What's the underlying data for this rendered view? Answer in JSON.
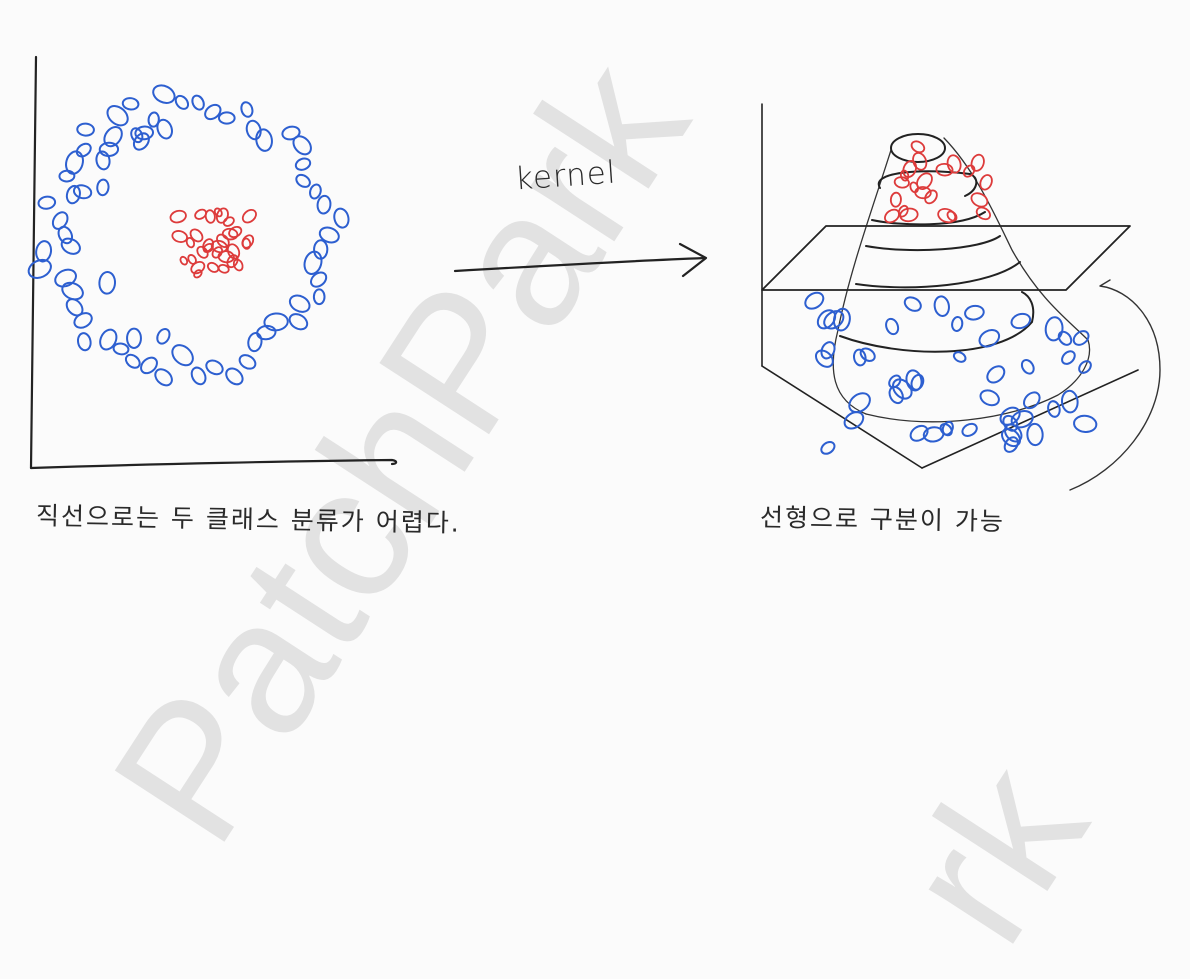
{
  "watermark": {
    "text": "PatchPark",
    "text_secondary": "rk"
  },
  "arrow": {
    "label": "kernel"
  },
  "left_panel": {
    "caption": "직선으로는 두 클래스 분류가 어렵다."
  },
  "right_panel": {
    "caption": "선형으로 구분이 가능"
  },
  "colors": {
    "class_outer": "#2d5fd0",
    "class_inner": "#dd3b3b",
    "ink": "#222222",
    "watermark": "#cfcfcf"
  }
}
